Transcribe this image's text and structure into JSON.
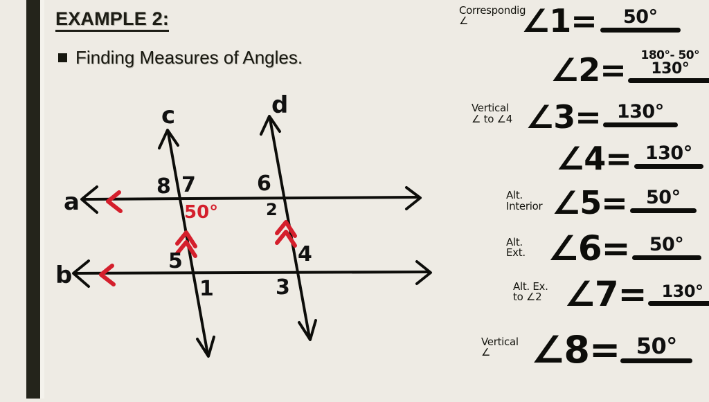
{
  "slide": {
    "background_color": "#eeebe4",
    "accent_stripe_color": "#24241b",
    "ink_color": "#0d0d0a",
    "highlight_color": "#d41f2c"
  },
  "header": {
    "title": "EXAMPLE 2:",
    "bullet_glyph": "square-bullet",
    "bullet_text": "Finding Measures of Angles."
  },
  "diagram": {
    "caption": "Two parallel lines a and b cut by two parallel transversals c and d, with eight numbered angles",
    "line_labels": {
      "a": "a",
      "b": "b",
      "c": "c",
      "d": "d"
    },
    "given_angle": "50°",
    "angle_numbers": {
      "n1": "1",
      "n2": "2",
      "n3": "3",
      "n4": "4",
      "n5": "5",
      "n6": "6",
      "n7": "7",
      "n8": "8"
    },
    "tick_marks": {
      "parallel_lines_ab": "single-red-chevron",
      "parallel_lines_cd": "double-red-chevron"
    }
  },
  "answers": [
    {
      "reason": "Correspondig\n∠",
      "angle": "∠1=",
      "value": "50°",
      "value_small": ""
    },
    {
      "reason": "",
      "angle": "∠2=",
      "value": "130°",
      "value_small": "180°- 50°"
    },
    {
      "reason": "Vertical\n∠ to ∠4",
      "angle": "∠3=",
      "value": "130°",
      "value_small": ""
    },
    {
      "reason": "",
      "angle": "∠4=",
      "value": "130°",
      "value_small": ""
    },
    {
      "reason": "Alt.\nInterior",
      "angle": "∠5=",
      "value": "50°",
      "value_small": ""
    },
    {
      "reason": "Alt.\nExt.",
      "angle": "∠6=",
      "value": "50°",
      "value_small": ""
    },
    {
      "reason": "Alt. Ex.\nto ∠2",
      "angle": "∠7=",
      "value": "130°",
      "value_small": ""
    },
    {
      "reason": "Vertical\n∠",
      "angle": "∠8=",
      "value": "50°",
      "value_small": ""
    }
  ]
}
